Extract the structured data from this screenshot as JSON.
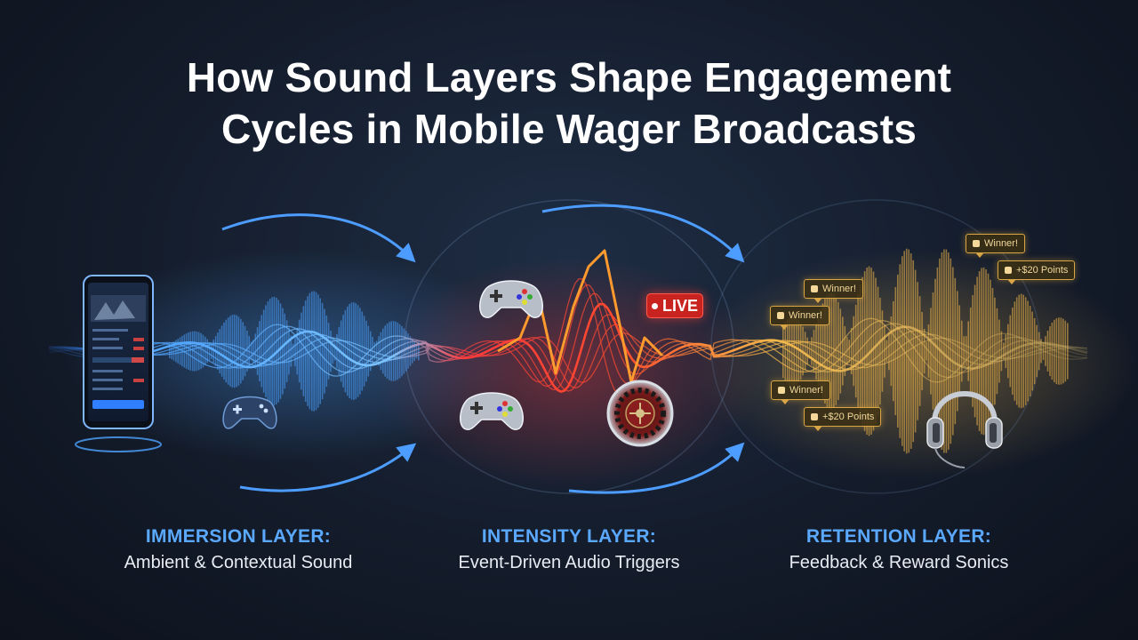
{
  "title": {
    "line1": "How Sound Layers Shape Engagement",
    "line2": "Cycles in Mobile Wager Broadcasts"
  },
  "live_badge": "LIVE",
  "chips": [
    {
      "text": "Winner!"
    },
    {
      "text": "Winner!"
    },
    {
      "text": "+$20 Points"
    },
    {
      "text": "Winner!"
    },
    {
      "text": "Winner!"
    },
    {
      "text": "+$20 Points"
    }
  ],
  "layers": [
    {
      "name": "IMMERSION LAYER:",
      "description": "Ambient & Contextual Sound",
      "color": "#5aa9ff"
    },
    {
      "name": "INTENSITY LAYER:",
      "description": "Event-Driven Audio Triggers",
      "color": "#5aa9ff"
    },
    {
      "name": "RETENTION LAYER:",
      "description": "Feedback & Reward Sonics",
      "color": "#5aa9ff"
    }
  ],
  "icons": [
    "phone-app-icon",
    "gamepad-icon",
    "roulette-wheel-icon",
    "headphones-icon",
    "cycle-arrow-icon"
  ],
  "colors": {
    "immersion_wave": "#4da3ff",
    "intensity_wave": "#ff3b3b",
    "intensity_peak": "#ff9a2e",
    "retention_wave": "#f2b84b",
    "arrow": "#4d9cff",
    "label": "#5aa9ff"
  }
}
